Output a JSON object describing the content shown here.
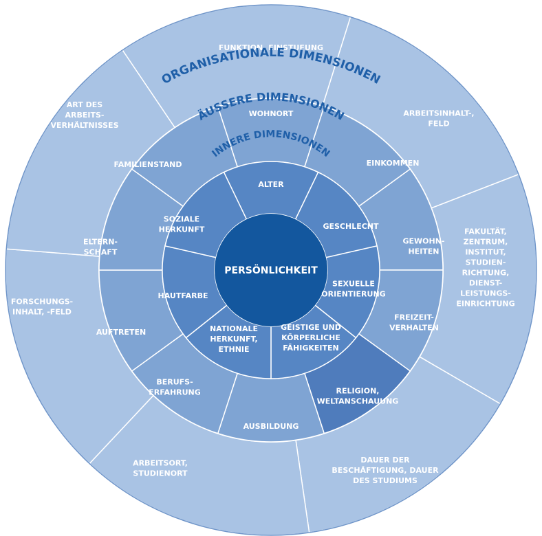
{
  "center": {
    "label": "PERSÖNLICHKEIT"
  },
  "rings": {
    "inner": {
      "title": "INNERE DIMENSIONEN",
      "segments": [
        {
          "key": "alter",
          "lines": [
            "ALTER"
          ]
        },
        {
          "key": "geschlecht",
          "lines": [
            "GESCHLECHT"
          ]
        },
        {
          "key": "sexuelle-orientierung",
          "lines": [
            "SEXUELLE",
            "ORIENTIERUNG"
          ]
        },
        {
          "key": "faehigkeiten",
          "lines": [
            "GEISTIGE UND",
            "KÖRPERLICHE",
            "FÄHIGKEITEN"
          ]
        },
        {
          "key": "herkunft-ethnie",
          "lines": [
            "NATIONALE",
            "HERKUNFT,",
            "ETHNIE"
          ]
        },
        {
          "key": "hautfarbe",
          "lines": [
            "HAUTFARBE"
          ]
        },
        {
          "key": "soziale-herkunft",
          "lines": [
            "SOZIALE",
            "HERKUNFT"
          ]
        }
      ]
    },
    "outer": {
      "title": "ÄUSSERE DIMENSIONEN",
      "segments": [
        {
          "key": "wohnort",
          "lines": [
            "WOHNORT"
          ]
        },
        {
          "key": "einkommen",
          "lines": [
            "EINKOMMEN"
          ]
        },
        {
          "key": "gewohnheiten",
          "lines": [
            "GEWOHN-",
            "HEITEN"
          ]
        },
        {
          "key": "freizeitverhalten",
          "lines": [
            "FREIZEIT-",
            "VERHALTEN"
          ]
        },
        {
          "key": "religion",
          "lines": [
            "RELIGION,",
            "WELTANSCHAUUNG"
          ]
        },
        {
          "key": "ausbildung",
          "lines": [
            "AUSBILDUNG"
          ]
        },
        {
          "key": "berufserfahrung",
          "lines": [
            "BERUFS-",
            "ERFAHRUNG"
          ]
        },
        {
          "key": "auftreten",
          "lines": [
            "AUFTRETEN"
          ]
        },
        {
          "key": "elternschaft",
          "lines": [
            "ELTERN-",
            "SCHAFT"
          ]
        },
        {
          "key": "familienstand",
          "lines": [
            "FAMILIENSTAND"
          ]
        }
      ]
    },
    "organisational": {
      "title": "ORGANISATIONALE DIMENSIONEN",
      "segments": [
        {
          "key": "funktion",
          "lines": [
            "FUNKTION, EINSTUFUNG"
          ]
        },
        {
          "key": "arbeitsinhalt",
          "lines": [
            "ARBEITSINHALT-,",
            "FELD"
          ]
        },
        {
          "key": "fakultaet",
          "lines": [
            "FAKULTÄT,",
            "ZENTRUM,",
            "INSTITUT,",
            "STUDIEN-",
            "RICHTUNG,",
            "DIENST-",
            "LEISTUNGS-",
            "EINRICHTUNG"
          ]
        },
        {
          "key": "dauer",
          "lines": [
            "DAUER DER",
            "BESCHÄFTIGUNG, DAUER",
            "DES STUDIUMS"
          ]
        },
        {
          "key": "arbeitsort",
          "lines": [
            "ARBEITSORT,",
            "STUDIENORT"
          ]
        },
        {
          "key": "forschungsinhalt",
          "lines": [
            "FORSCHUNGS-",
            "INHALT, -FELD"
          ]
        },
        {
          "key": "arbeitsverhaeltnis",
          "lines": [
            "ART DES",
            "ARBEITS-",
            "VERHÄLTNISSES"
          ]
        }
      ]
    }
  },
  "colors": {
    "organisational_fill": "#a9c3e4",
    "outer_fill": "#7fa4d3",
    "outer_fill_dark": "#4f7cbc",
    "inner_fill": "#5686c4",
    "center_fill": "#13579e",
    "lines": "#ffffff",
    "title": "#1f5fa8"
  }
}
